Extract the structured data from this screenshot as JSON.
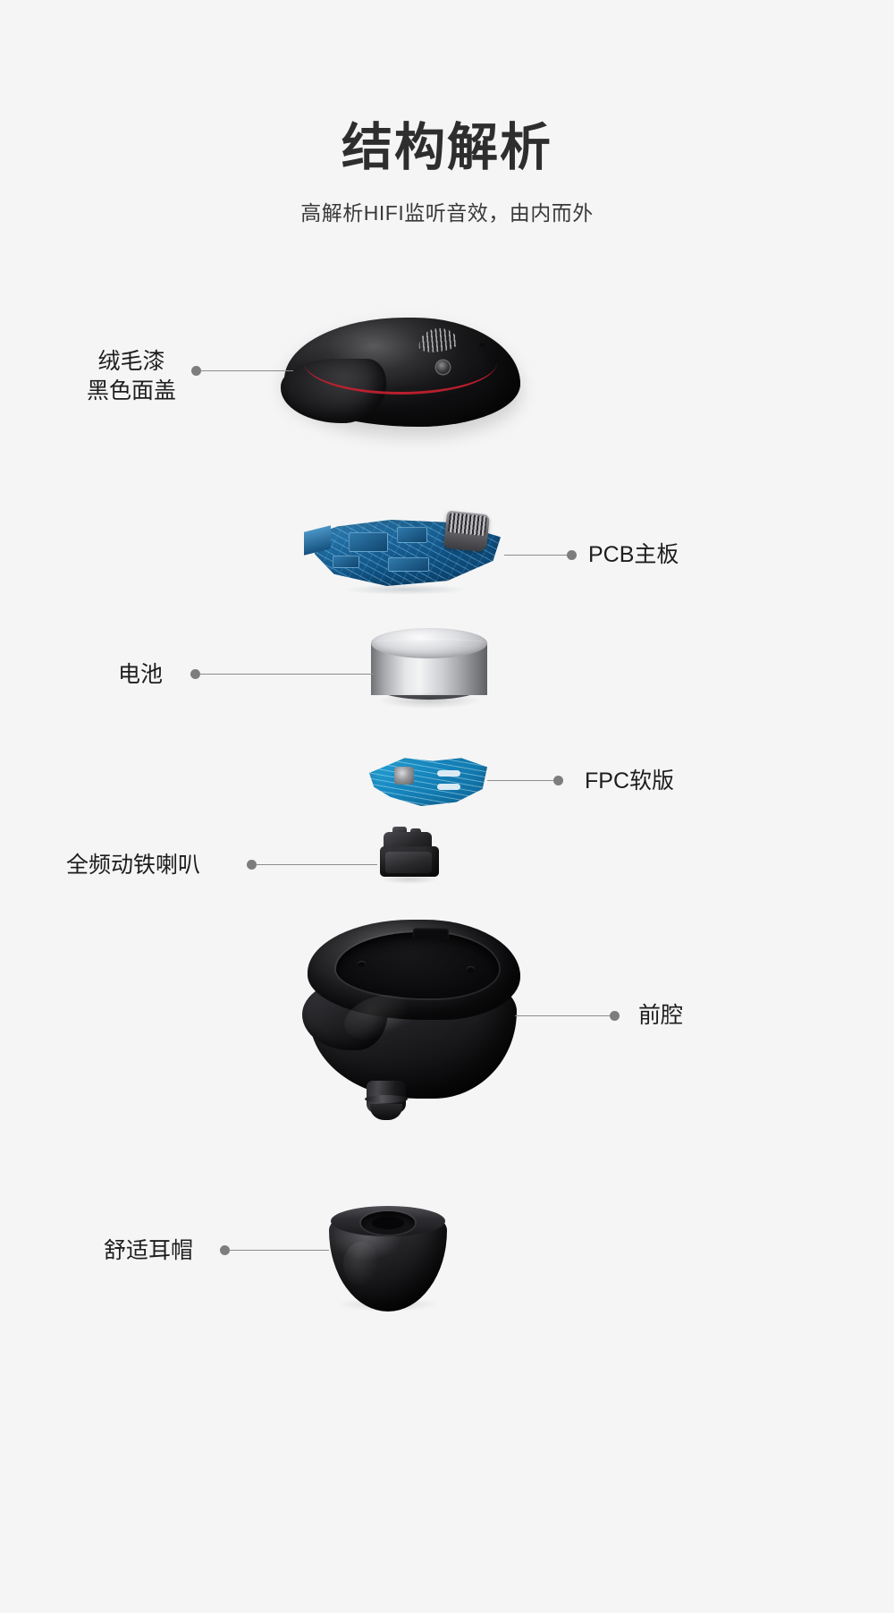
{
  "header": {
    "title": "结构解析",
    "subtitle": "高解析HIFI监听音效，由内而外"
  },
  "callouts": [
    {
      "id": "velvet-paint-cover",
      "label_line1": "绒毛漆",
      "label_line2": "黑色面盖",
      "side": "left",
      "part": "faceplate"
    },
    {
      "id": "pcb-mainboard",
      "label_line1": "PCB主板",
      "side": "right",
      "part": "pcb"
    },
    {
      "id": "battery",
      "label_line1": "电池",
      "side": "left",
      "part": "battery"
    },
    {
      "id": "fpc-flex-board",
      "label_line1": "FPC软版",
      "side": "right",
      "part": "fpc"
    },
    {
      "id": "full-range-armature-speaker",
      "label_line1": "全频动铁喇叭",
      "side": "left",
      "part": "speaker"
    },
    {
      "id": "front-cavity",
      "label_line1": "前腔",
      "side": "right",
      "part": "cavity"
    },
    {
      "id": "comfort-ear-tip",
      "label_line1": "舒适耳帽",
      "side": "left",
      "part": "eartip"
    }
  ],
  "colors": {
    "background": "#f5f5f5",
    "title_text": "#2e2e2e",
    "subtitle_text": "#3a3a3a",
    "label_text": "#1d1d1d",
    "leader_line": "#8c8c8c",
    "leader_dot": "#7d7d7d",
    "accent_red_ring": "#c8202f",
    "pcb_blue": "#1f6a9e",
    "fpc_blue": "#1787bf",
    "battery_silver": "#dcdde0",
    "shell_black": "#1c1c1f"
  }
}
